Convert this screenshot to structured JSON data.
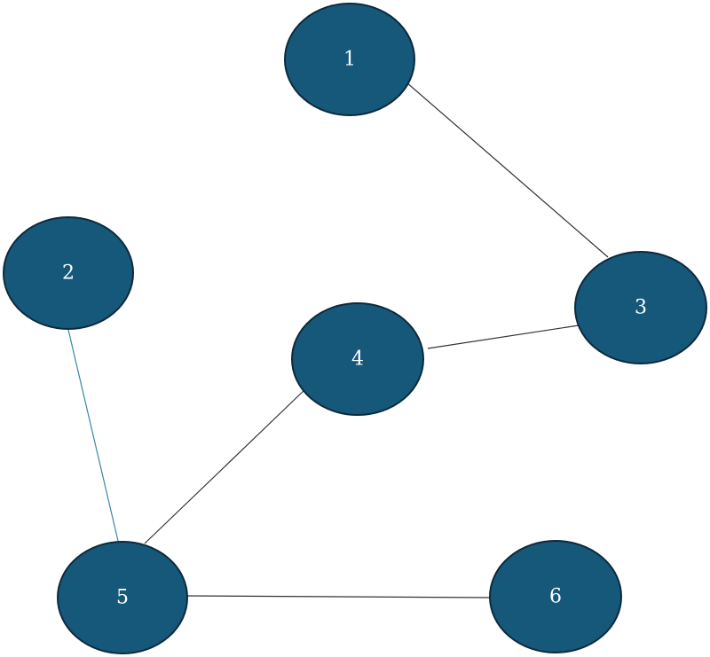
{
  "theme": {
    "node_fill": "#16587a",
    "node_stroke": "#0d2a3c",
    "label_color": "#ffffff",
    "edge_color": "#333333",
    "highlight_edge_color": "#3a86aa"
  },
  "graph": {
    "nodes": [
      {
        "id": "1",
        "label": "1"
      },
      {
        "id": "2",
        "label": "2"
      },
      {
        "id": "3",
        "label": "3"
      },
      {
        "id": "4",
        "label": "4"
      },
      {
        "id": "5",
        "label": "5"
      },
      {
        "id": "6",
        "label": "6"
      }
    ],
    "edges": [
      {
        "from": "1",
        "to": "3",
        "highlighted": false
      },
      {
        "from": "3",
        "to": "4",
        "highlighted": false
      },
      {
        "from": "4",
        "to": "5",
        "highlighted": false
      },
      {
        "from": "2",
        "to": "5",
        "highlighted": true
      },
      {
        "from": "5",
        "to": "6",
        "highlighted": false
      }
    ]
  }
}
